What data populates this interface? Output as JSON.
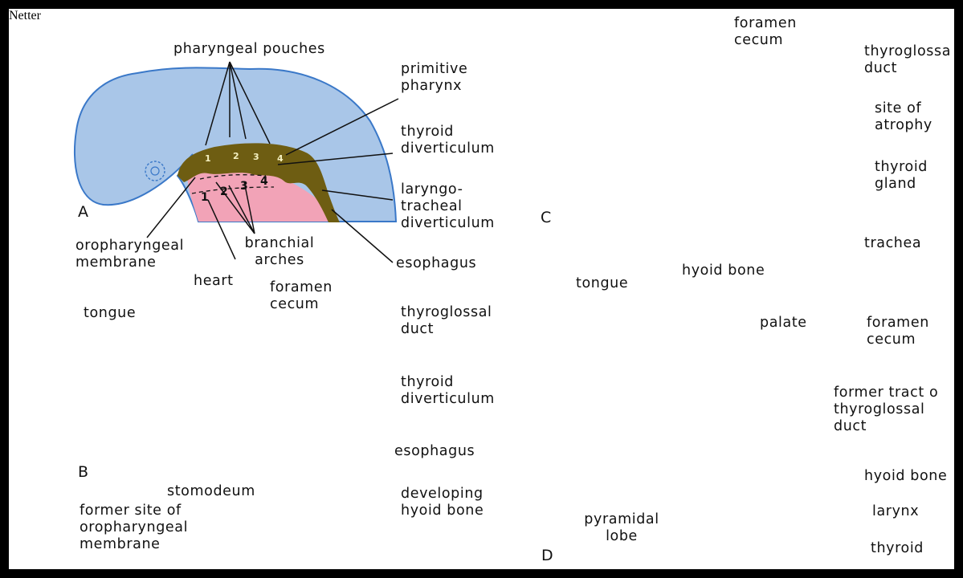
{
  "figure": {
    "background": "#ffffff",
    "colors": {
      "head": "#a9c6e8",
      "head_outline": "#3a78c8",
      "tissue": "#f2a3b7",
      "endoderm": "#6e5d12",
      "bone_gray": "#c4c4c4"
    },
    "signature": "Netter"
  },
  "panel_a": {
    "letter": "A",
    "labels": {
      "pharyngeal_pouches": "pharyngeal pouches",
      "primitive_pharynx": "primitive\npharynx",
      "thyroid_diverticulum": "thyroid\ndiverticulum",
      "laryngotracheal_diverticulum": "laryngo-\ntracheal\ndiverticulum",
      "oropharyngeal_membrane": "oropharyngeal\nmembrane",
      "branchial_arches": "branchial\narches",
      "heart": "heart",
      "esophagus": "esophagus"
    },
    "pouch_numbers": [
      "1",
      "2",
      "3",
      "4"
    ],
    "arch_numbers": [
      "1",
      "2",
      "3",
      "4"
    ]
  },
  "panel_b": {
    "letter": "B",
    "labels": {
      "tongue": "tongue",
      "foramen_cecum": "foramen\ncecum",
      "thyroglossal_duct": "thyroglossal\nduct",
      "thyroid_diverticulum": "thyroid\ndiverticulum",
      "esophagus": "esophagus",
      "stomodeum": "stomodeum",
      "developing_hyoid_bone": "developing\nhyoid bone",
      "former_site": "former site of\noropharyngeal\nmembrane"
    }
  },
  "panel_c": {
    "letter": "C",
    "labels": {
      "foramen_cecum": "foramen\ncecum",
      "thyroglossal_duct": "thyroglossa\nduct",
      "site_of_atrophy": "site of\natrophy",
      "thyroid_gland": "thyroid\ngland",
      "trachea": "trachea",
      "hyoid_bone": "hyoid bone",
      "tongue": "tongue"
    }
  },
  "panel_d": {
    "letter": "D",
    "labels": {
      "palate": "palate",
      "foramen_cecum": "foramen\ncecum",
      "former_tract": "former tract o\nthyroglossal\nduct",
      "hyoid_bone": "hyoid bone",
      "larynx": "larynx",
      "pyramidal_lobe": "pyramidal\nlobe",
      "thyroid": "thyroid"
    }
  }
}
